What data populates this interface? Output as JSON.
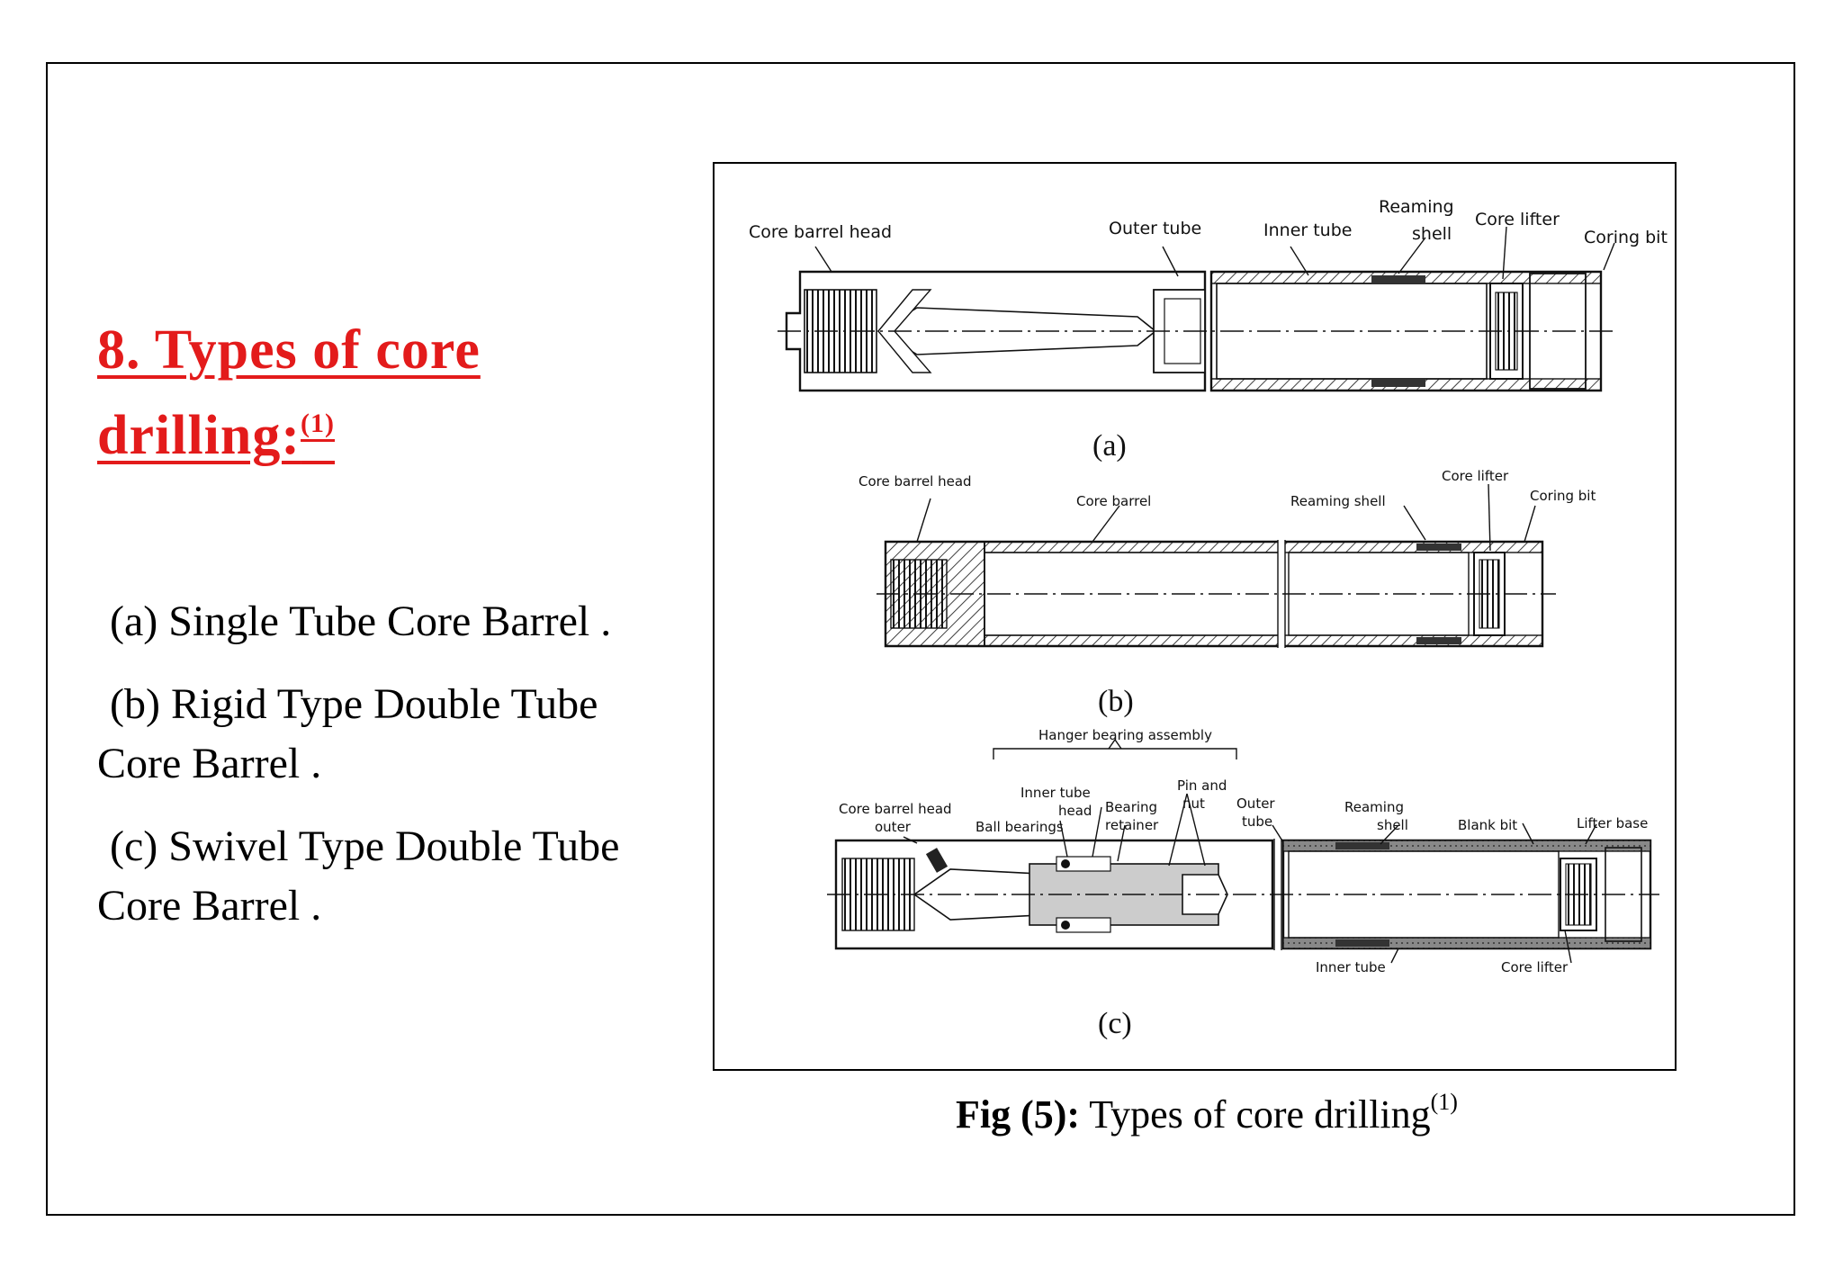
{
  "slide": {
    "title_text": "8. Types of core drilling:",
    "title_ref": "(1)",
    "items": [
      "(a)  Single Tube Core Barrel .",
      "(b) Rigid Type Double Tube Core Barrel .",
      "(c) Swivel Type Double Tube Core Barrel ."
    ],
    "caption_bold": "Fig (5):",
    "caption_text": " Types of core drilling",
    "caption_ref": "(1)"
  },
  "figure": {
    "a": {
      "sublabel": "(a)",
      "core_barrel_head": "Core barrel head",
      "outer_tube": "Outer tube",
      "inner_tube": "Inner tube",
      "reaming_1": "Reaming",
      "reaming_2": "shell",
      "core_lifter": "Core lifter",
      "coring_bit": "Coring bit"
    },
    "b": {
      "sublabel": "(b)",
      "core_barrel_head": "Core barrel head",
      "core_barrel": "Core barrel",
      "reaming_shell": "Reaming shell",
      "core_lifter": "Core lifter",
      "coring_bit": "Coring bit"
    },
    "c": {
      "sublabel": "(c)",
      "hanger": "Hanger bearing assembly",
      "inner_tube_head_1": "Inner tube",
      "inner_tube_head_2": "head",
      "pin_nut_1": "Pin and",
      "pin_nut_2": "nut",
      "core_barrel_head_1": "Core barrel head",
      "core_barrel_head_2": "outer",
      "bearing_1": "Bearing",
      "bearing_2": "retainer",
      "outer_tube_1": "Outer",
      "outer_tube_2": "tube",
      "reaming_1": "Reaming",
      "reaming_2": "shell",
      "ball_bearings": "Ball bearings",
      "blank_bit": "Blank bit",
      "lifter_base": "Lifter base",
      "inner_tube": "Inner tube",
      "core_lifter": "Core lifter"
    }
  }
}
